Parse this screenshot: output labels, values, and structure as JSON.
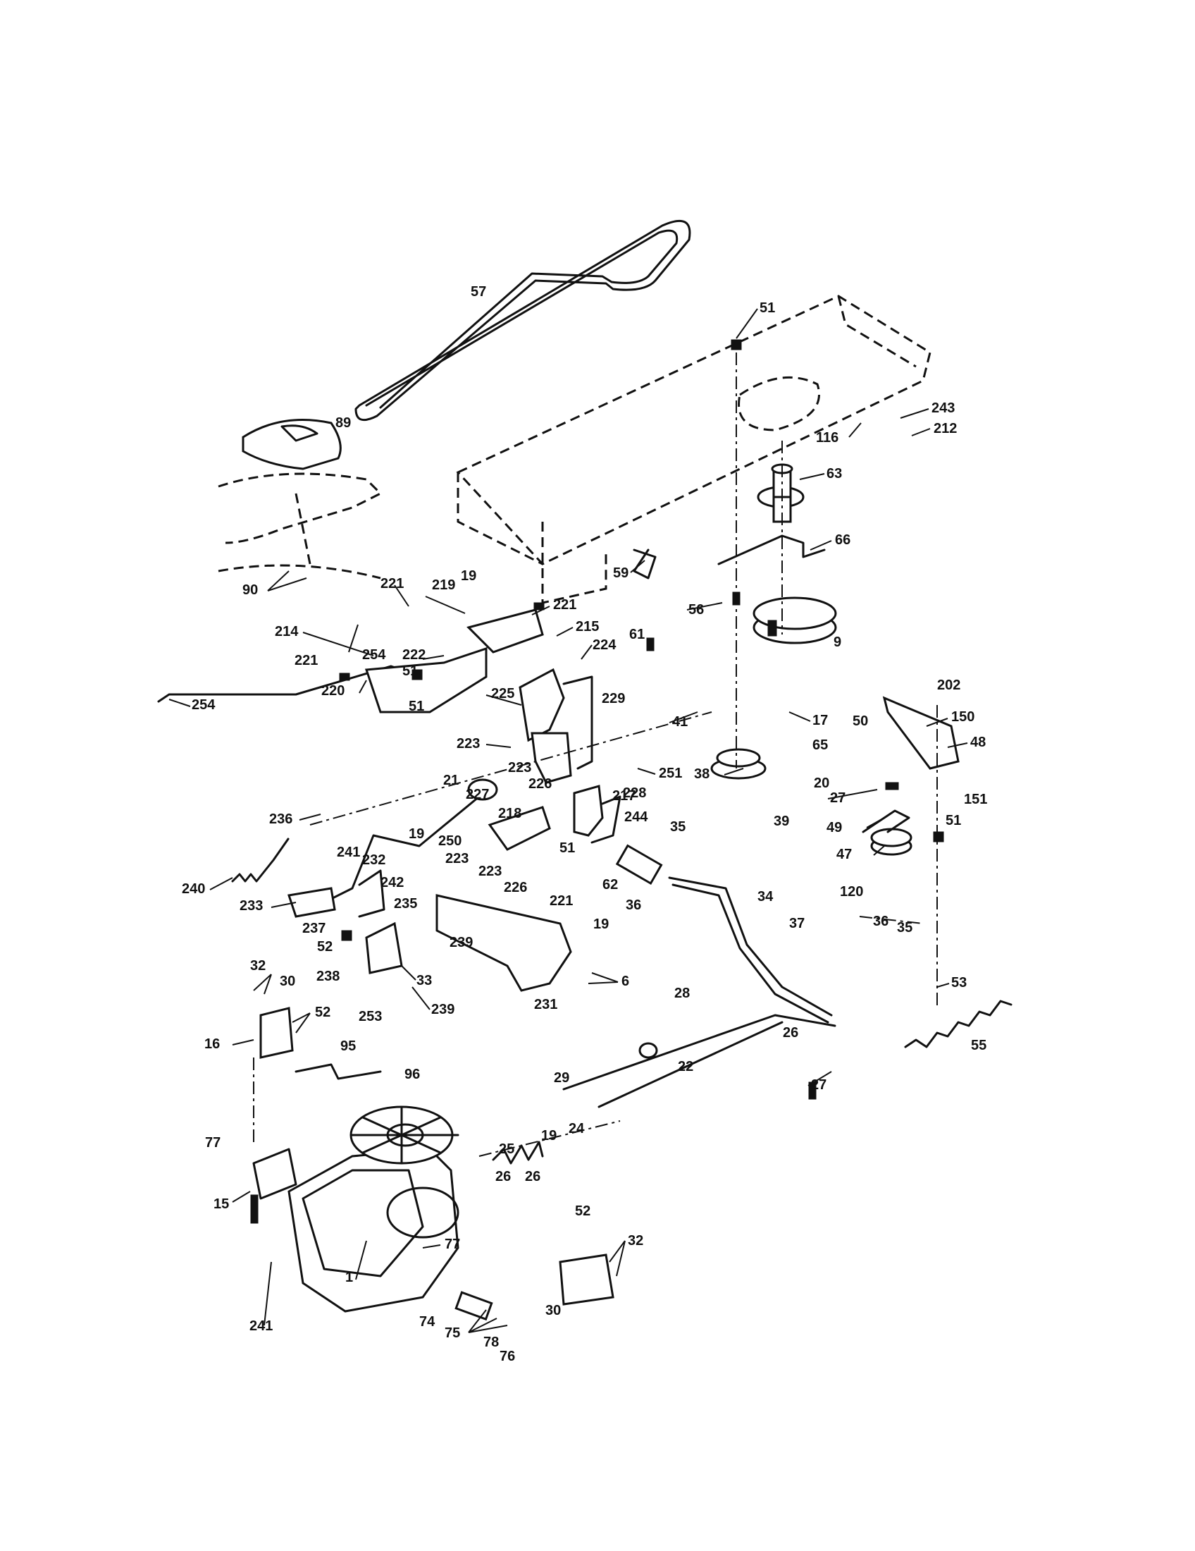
{
  "diagram": {
    "labels": [
      "57",
      "51",
      "89",
      "243",
      "212",
      "116",
      "63",
      "66",
      "59",
      "90",
      "19",
      "219",
      "221",
      "221",
      "215",
      "56",
      "61",
      "9",
      "214",
      "254",
      "221",
      "222",
      "51",
      "224",
      "220",
      "254",
      "51",
      "225",
      "229",
      "223",
      "41",
      "17",
      "50",
      "202",
      "150",
      "65",
      "21",
      "223",
      "226",
      "251",
      "228",
      "20",
      "48",
      "38",
      "227",
      "218",
      "217",
      "244",
      "236",
      "19",
      "250",
      "51",
      "35",
      "39",
      "27",
      "151",
      "49",
      "51",
      "241",
      "232",
      "223",
      "62",
      "47",
      "240",
      "233",
      "242",
      "235",
      "221",
      "223",
      "226",
      "36",
      "34",
      "19",
      "37",
      "120",
      "237",
      "36",
      "35",
      "52",
      "239",
      "32",
      "30",
      "33",
      "238",
      "6",
      "231",
      "28",
      "239",
      "53",
      "52",
      "16",
      "253",
      "95",
      "26",
      "96",
      "22",
      "55",
      "29",
      "27",
      "77",
      "24",
      "19",
      "25",
      "26",
      "26",
      "15",
      "52",
      "77",
      "32",
      "1",
      "30",
      "74",
      "241",
      "75",
      "78",
      "76"
    ]
  }
}
